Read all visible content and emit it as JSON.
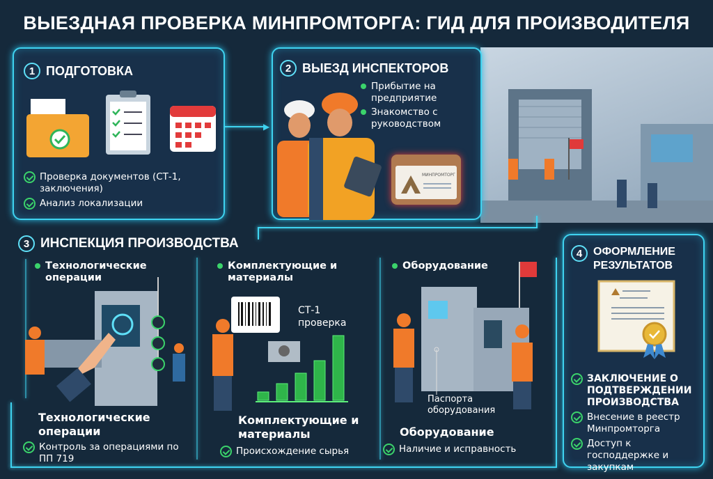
{
  "title": "ВЫЕЗДНАЯ ПРОВЕРКА МИНПРОМТОРГА:  ГИД ДЛЯ ПРОИЗВОДИТЕЛЯ",
  "step1": {
    "num": "1",
    "title": "ПОДГОТОВКА",
    "items": [
      "Проверка документов (СТ-1, заключения)",
      "Анализ локализации"
    ],
    "icons": [
      "folder-check-icon",
      "clipboard-checklist-icon",
      "calendar-icon"
    ]
  },
  "step2": {
    "num": "2",
    "title": "ВЫЕЗД ИНСПЕКТОРОВ",
    "bullets": [
      "Прибытие на предприятие",
      "Знакомство с руководством"
    ],
    "badge_logo_text": "МИНПРОМТОРГ"
  },
  "step3": {
    "num": "3",
    "title": "ИНСПЕКЦИЯ ПРОИЗВОДСТВА",
    "columns": [
      {
        "bullet": "Технологические операции",
        "heading": "Технологические операции",
        "item": "Контроль за операциями по ПП 719"
      },
      {
        "bullet": "Комплектующие и материалы",
        "callout": "СТ-1 проверка",
        "heading": "Комплектующие и материалы",
        "item": "Происхождение сырья"
      },
      {
        "bullet": "Оборудование",
        "callout": "Паспорта оборудования",
        "heading": "Оборудование",
        "item": "Наличие и исправность"
      }
    ]
  },
  "step4": {
    "num": "4",
    "title": "ОФОРМЛЕНИЕ РЕЗУЛЬТАТОВ",
    "items": [
      "ЗАКЛЮЧЕНИЕ О ПОДТВЕРЖДЕНИИ ПРОИЗВОДСТВА",
      "Внесение в реестр Минпромторга",
      "Доступ к господдержке и закупкам"
    ]
  },
  "colors": {
    "background": "#15293b",
    "accent": "#3fd3f0",
    "check": "#3bd36b",
    "flag": "#e03a3a",
    "vest": "#f07a2a"
  }
}
